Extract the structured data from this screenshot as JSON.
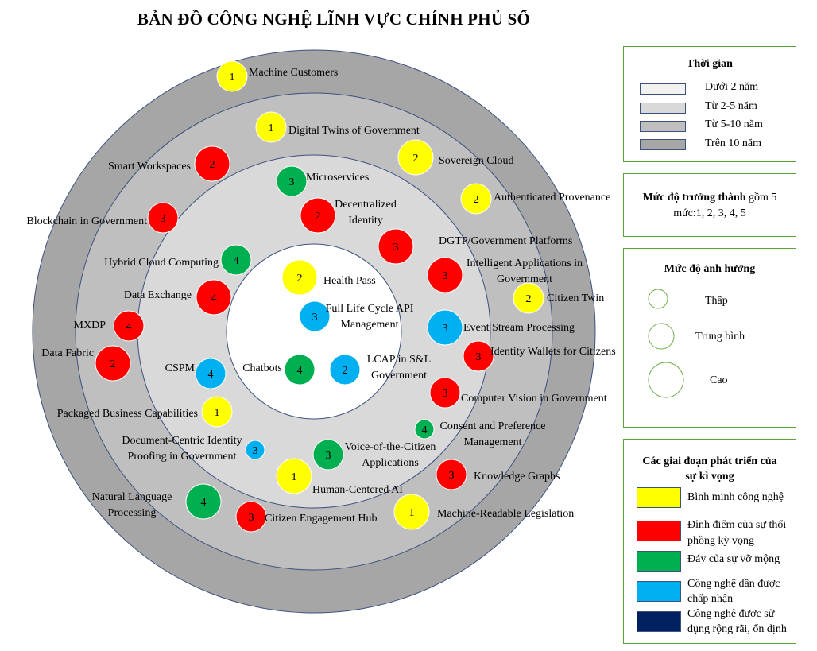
{
  "title": "BẢN ĐỒ CÔNG NGHỆ LĨNH VỰC CHÍNH PHỦ SỐ",
  "colors": {
    "ring_outer": "#a6a6a6",
    "ring_2": "#bfbfbf",
    "ring_3": "#d9d9d9",
    "ring_core": "#ffffff",
    "ring_border": "#3b5280",
    "stage_1": "#ffff00",
    "stage_2": "#ff0000",
    "stage_3": "#00b050",
    "stage_4": "#00b0f0",
    "stage_5": "#002060"
  },
  "timeline_legend": {
    "title": "Thời gian",
    "items": [
      {
        "label": "Dưới 2 năm",
        "color": "#f2f2f2"
      },
      {
        "label": "Từ 2-5 năm",
        "color": "#d9d9d9"
      },
      {
        "label": "Từ 5-10  năm",
        "color": "#bfbfbf"
      },
      {
        "label": "Trên 10 năm",
        "color": "#a6a6a6"
      }
    ]
  },
  "maturity_legend": {
    "bold": "Mức độ trưởng thành",
    "rest": " gồm 5",
    "line2": "mức:1, 2, 3, 4, 5"
  },
  "impact_legend": {
    "title": "Mức độ ảnh hưởng",
    "items": [
      {
        "label": "Thấp",
        "size": "small"
      },
      {
        "label": "Trung bình",
        "size": "medium"
      },
      {
        "label": "Cao",
        "size": "large"
      }
    ]
  },
  "stage_legend": {
    "title_line1": "Các giai đoạn phát triển của",
    "title_line2": "sự kì vọng",
    "items": [
      {
        "line1": "Bình minh công nghệ",
        "line2": "",
        "color": "#ffff00"
      },
      {
        "line1": "Đỉnh điểm của sự thổi",
        "line2": "phồng kỳ vọng",
        "color": "#ff0000"
      },
      {
        "line1": "Đáy của sự vỡ mộng",
        "line2": "",
        "color": "#00b050"
      },
      {
        "line1": "Công nghệ dần được",
        "line2": "chấp nhận",
        "color": "#00b0f0"
      },
      {
        "line1": "Công nghệ được sử",
        "line2": "dụng rộng rãi, ổn định",
        "color": "#002060"
      }
    ]
  },
  "technologies": [
    {
      "label": [
        "Machine Customers"
      ],
      "maturity": "1",
      "stage": 1,
      "impact": "medium"
    },
    {
      "label": [
        "Digital Twins of Government"
      ],
      "maturity": "1",
      "stage": 1,
      "impact": "medium"
    },
    {
      "label": [
        "Sovereign Cloud"
      ],
      "maturity": "2",
      "stage": 1,
      "impact": "high"
    },
    {
      "label": [
        "Smart Workspaces"
      ],
      "maturity": "2",
      "stage": 2,
      "impact": "high"
    },
    {
      "label": [
        "Microservices"
      ],
      "maturity": "3",
      "stage": 3,
      "impact": "medium"
    },
    {
      "label": [
        "Authenticated Provenance"
      ],
      "maturity": "2",
      "stage": 1,
      "impact": "medium"
    },
    {
      "label": [
        "Decentralized",
        "Identity"
      ],
      "maturity": "2",
      "stage": 2,
      "impact": "high"
    },
    {
      "label": [
        "Blockchain in Government"
      ],
      "maturity": "3",
      "stage": 2,
      "impact": "medium"
    },
    {
      "label": [
        "DGTP/Government Platforms"
      ],
      "maturity": "3",
      "stage": 2,
      "impact": "high"
    },
    {
      "label": [
        "Intelligent Applications in",
        "Government"
      ],
      "maturity": "3",
      "stage": 2,
      "impact": "high"
    },
    {
      "label": [
        "Hybrid Cloud Computing"
      ],
      "maturity": "4",
      "stage": 3,
      "impact": "medium"
    },
    {
      "label": [
        "Health Pass"
      ],
      "maturity": "2",
      "stage": 1,
      "impact": "high"
    },
    {
      "label": [
        "Citizen Twin"
      ],
      "maturity": "2",
      "stage": 1,
      "impact": "medium"
    },
    {
      "label": [
        "Data Exchange"
      ],
      "maturity": "4",
      "stage": 2,
      "impact": "high"
    },
    {
      "label": [
        "Full Life Cycle API",
        "Management"
      ],
      "maturity": "3",
      "stage": 4,
      "impact": "medium"
    },
    {
      "label": [
        "MXDP"
      ],
      "maturity": "4",
      "stage": 2,
      "impact": "medium"
    },
    {
      "label": [
        "Event Stream Processing"
      ],
      "maturity": "3",
      "stage": 4,
      "impact": "high"
    },
    {
      "label": [
        "Identity Wallets for Citizens"
      ],
      "maturity": "3",
      "stage": 2,
      "impact": "medium"
    },
    {
      "label": [
        "Data Fabric"
      ],
      "maturity": "2",
      "stage": 2,
      "impact": "high"
    },
    {
      "label": [
        "CSPM"
      ],
      "maturity": "4",
      "stage": 4,
      "impact": "medium"
    },
    {
      "label": [
        "Chatbots"
      ],
      "maturity": "4",
      "stage": 3,
      "impact": "medium"
    },
    {
      "label": [
        "LCAP in S&L",
        "Government"
      ],
      "maturity": "2",
      "stage": 4,
      "impact": "medium"
    },
    {
      "label": [
        "Computer Vision in Government"
      ],
      "maturity": "3",
      "stage": 2,
      "impact": "medium"
    },
    {
      "label": [
        "Packaged Business Capabilities"
      ],
      "maturity": "1",
      "stage": 1,
      "impact": "medium"
    },
    {
      "label": [
        "Consent and Preference",
        "Management"
      ],
      "maturity": "4",
      "stage": 3,
      "impact": "small"
    },
    {
      "label": [
        "Document-Centric Identity",
        "Proofing in Government"
      ],
      "maturity": "3",
      "stage": 4,
      "impact": "small"
    },
    {
      "label": [
        "Voice-of-the-Citizen",
        "Applications"
      ],
      "maturity": "3",
      "stage": 3,
      "impact": "medium"
    },
    {
      "label": [
        "Knowledge Graphs"
      ],
      "maturity": "3",
      "stage": 2,
      "impact": "medium"
    },
    {
      "label": [
        "Human-Centered AI"
      ],
      "maturity": "1",
      "stage": 1,
      "impact": "high"
    },
    {
      "label": [
        "Natural Language",
        "Processing"
      ],
      "maturity": "4",
      "stage": 3,
      "impact": "high"
    },
    {
      "label": [
        "Citizen Engagement Hub"
      ],
      "maturity": "3",
      "stage": 2,
      "impact": "medium"
    },
    {
      "label": [
        "Machine-Readable Legislation"
      ],
      "maturity": "1",
      "stage": 1,
      "impact": "high"
    }
  ]
}
